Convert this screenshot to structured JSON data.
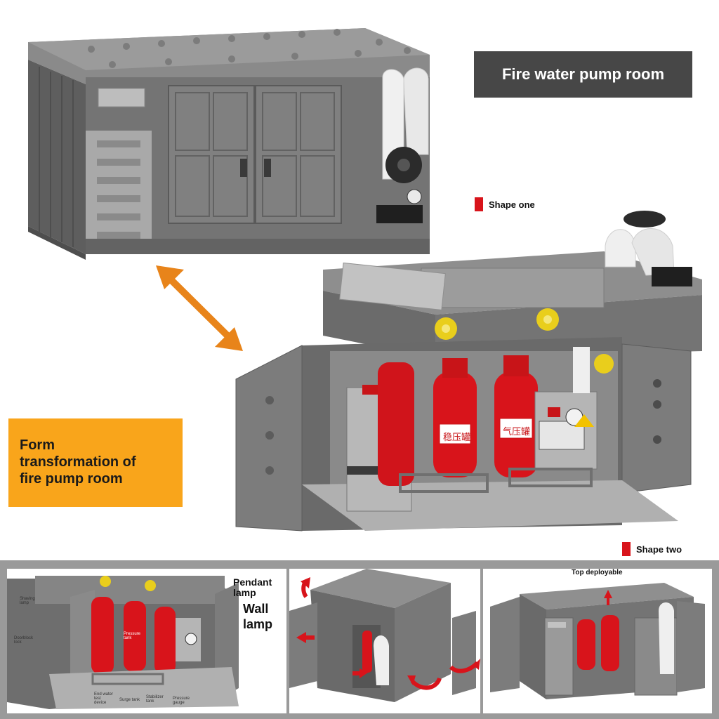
{
  "title": "Fire water pump room",
  "legend": {
    "shape_one": "Shape one",
    "shape_two": "Shape two"
  },
  "caption": "Form\ntransformation of\nfire pump room",
  "bottom_callouts": {
    "pendant_lamp": "Pendant\nlamp",
    "wall_lamp": "Wall\nlamp",
    "top_deployable": "Top deployable"
  },
  "tank_labels": {
    "stabilizer": "稳压罐",
    "air_pressure": "气压罐",
    "pressure_tank": "Pressure\ntank"
  },
  "tiny_labels": {
    "shaving_lamp": "Shaving\nlamp",
    "door_lock": "Doorblock\nlock",
    "end_water_test": "End water\ntest\ndevice",
    "surge_tank": "Surge tank",
    "stabilizer_tank": "Stabilizer\ntank",
    "pressure_gauge": "Pressure\ngauge"
  },
  "colors": {
    "container_gray": "#6f6f6f",
    "accent_red": "#d8141b",
    "accent_orange": "#f9a51b",
    "arrow_orange": "#e8841a",
    "title_bg": "#474747"
  }
}
